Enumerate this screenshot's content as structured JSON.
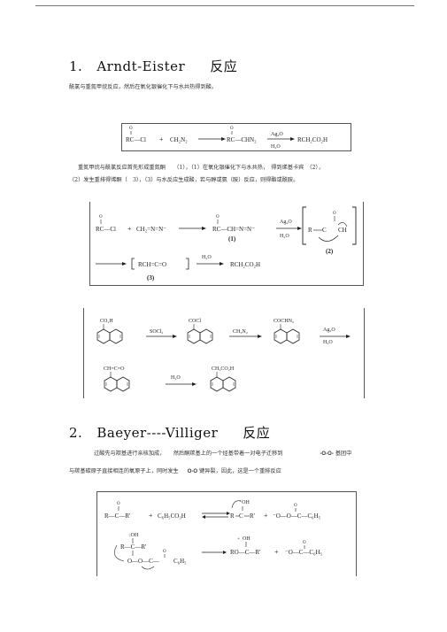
{
  "section1": {
    "number": "1.",
    "name": "Arndt-Eister",
    "suffix": "反应",
    "intro": "酰氯与重氮甲烷反应，然后在氧化银催化下与水共热得到酸。",
    "body_line1": "重氮甲烷与酰氯反应首先形成重氮酮　　（1），（1）在氧化银催化下与水共热，　得到烯基卡宾　（2），",
    "body_line2": "（2）发生重排得烯酮（　3），（3）与水反应生成酸，若与醇或氨（胺）反应，则得酯或酰胺。",
    "scheme1": {
      "reagent": "Ag₂O",
      "water": "H₂O",
      "acyl": "RC—Cl",
      "diazomethane": "CH₂N₂",
      "diazoketone": "RC—CHN₂",
      "product": "RCH₂CO₂H"
    },
    "scheme2": {
      "acyl": "RC—Cl",
      "diazo": "CH₂=N=N⁻",
      "diazoketone": "RC—CH=N=N⁻",
      "label1": "(1)",
      "label2": "(2)",
      "label3": "(3)",
      "ketene": "RCH=C=O",
      "water": "H₂O",
      "reagent": "Ag₂O",
      "product": "RCH₂CO₂H"
    },
    "scheme3": {
      "acid_group": "CO₂H",
      "reagent1": "SOCl₂",
      "acyl_group": "COCl",
      "reagent2": "CH₃N₂",
      "diazo_group": "COCHN₂",
      "reagent3": "Ag₂O",
      "water": "H₂O",
      "ketene_group": "CH=C=O",
      "product_group": "CH₂CO₂H"
    }
  },
  "section2": {
    "number": "2.",
    "name": "Baeyer----Villiger",
    "suffix": "反应",
    "body_line1a": "过酸先与羰基进行亲核加成，　　然后酮羰基上的一个烃基带着一对电子迁移到",
    "body_line1b": "-O-O-",
    "body_line1c": "基团中",
    "body_line2a": "与羰基碳原子直接相连的氧原子上，同时发生",
    "body_line2b": "O-O",
    "body_line2c": "键异裂，因此，这是一个重排反应",
    "scheme4": {
      "ketone": "R—C—R'",
      "peracid": "C₆H₅CO₃H",
      "oh_plus": "⁺OH",
      "r_left": "R",
      "r_prime": "R'",
      "c6h5": "C₆H₅",
      "anion": "⁻O—O—C—C₆H₅",
      "oh": "OH",
      "product_ester": "RO—C—R'",
      "benzoate": "⁻O—C—C₆H₅"
    }
  }
}
